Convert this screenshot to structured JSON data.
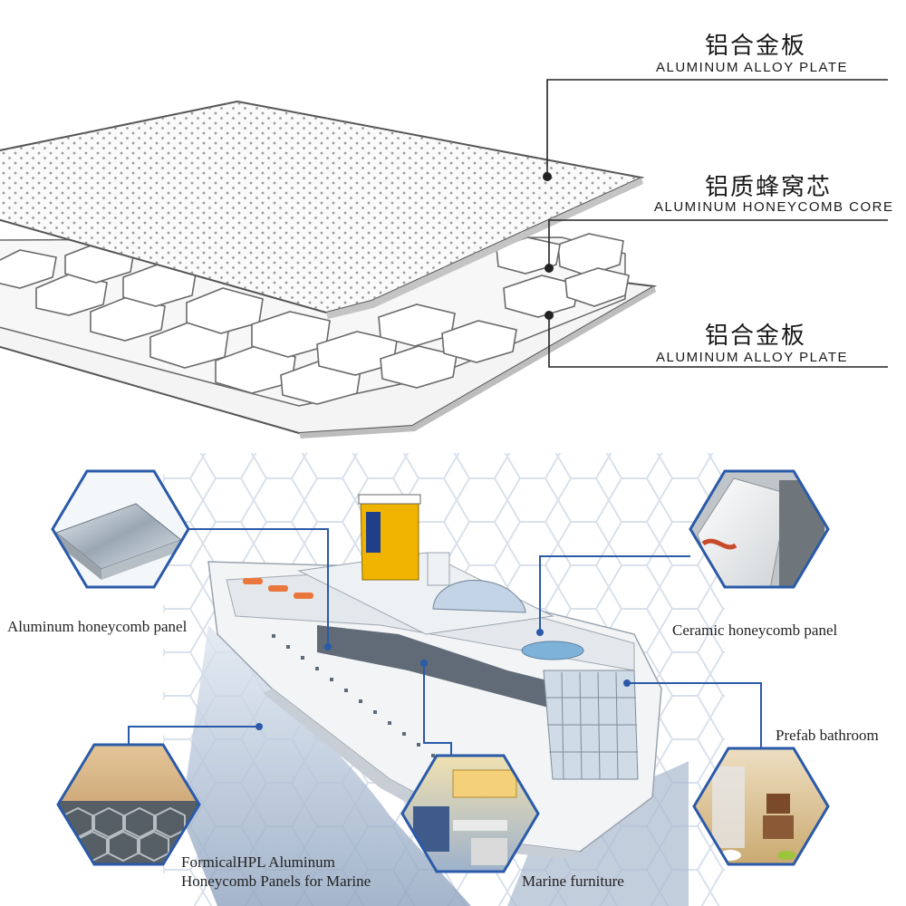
{
  "diagram": {
    "layers": [
      {
        "cn": "铝合金板",
        "en": "ALUMINUM ALLOY PLATE"
      },
      {
        "cn": "铝质蜂窝芯",
        "en": "ALUMINUM HONEYCOMB CORE"
      },
      {
        "cn": "铝合金板",
        "en": "ALUMINUM ALLOY PLATE"
      }
    ]
  },
  "applications": [
    {
      "label": "Aluminum honeycomb panel"
    },
    {
      "label": "Ceramic honeycomb panel"
    },
    {
      "label": "Prefab bathroom"
    },
    {
      "label": "FormicalHPL Aluminum",
      "label2": "Honeycomb Panels for Marine"
    },
    {
      "label": "Marine furniture"
    }
  ],
  "colors": {
    "accent": "#2a5aa8",
    "line": "#333333",
    "ship_hull": "#f2f4f6",
    "funnel": "#f0b400"
  }
}
